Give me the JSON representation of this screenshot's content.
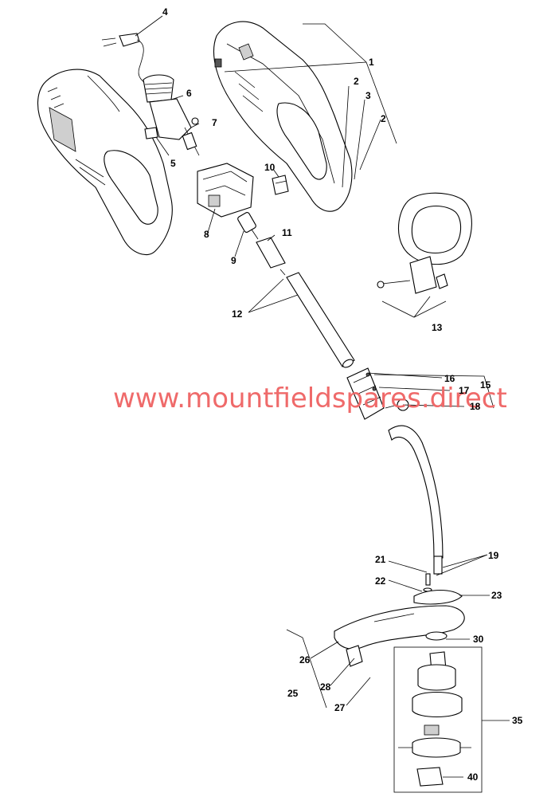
{
  "watermark": "www.mountfieldspares.direct",
  "callouts": [
    {
      "id": "c1",
      "text": "1"
    },
    {
      "id": "c2a",
      "text": "2"
    },
    {
      "id": "c2b",
      "text": "2"
    },
    {
      "id": "c3",
      "text": "3"
    },
    {
      "id": "c4",
      "text": "4"
    },
    {
      "id": "c5",
      "text": "5"
    },
    {
      "id": "c6",
      "text": "6"
    },
    {
      "id": "c7",
      "text": "7"
    },
    {
      "id": "c8",
      "text": "8"
    },
    {
      "id": "c9",
      "text": "9"
    },
    {
      "id": "c10",
      "text": "10"
    },
    {
      "id": "c11",
      "text": "11"
    },
    {
      "id": "c12",
      "text": "12"
    },
    {
      "id": "c13",
      "text": "13"
    },
    {
      "id": "c15",
      "text": "15"
    },
    {
      "id": "c16",
      "text": "16"
    },
    {
      "id": "c17",
      "text": "17"
    },
    {
      "id": "c18",
      "text": "18"
    },
    {
      "id": "c19",
      "text": "19"
    },
    {
      "id": "c21",
      "text": "21"
    },
    {
      "id": "c22",
      "text": "22"
    },
    {
      "id": "c23",
      "text": "23"
    },
    {
      "id": "c25",
      "text": "25"
    },
    {
      "id": "c26",
      "text": "26"
    },
    {
      "id": "c27",
      "text": "27"
    },
    {
      "id": "c28",
      "text": "28"
    },
    {
      "id": "c30",
      "text": "30"
    },
    {
      "id": "c35",
      "text": "35"
    },
    {
      "id": "c40",
      "text": "40"
    }
  ],
  "colors": {
    "watermark": "#ef6a6a",
    "line": "#000000",
    "fill": "#ffffff",
    "shade": "#cfcfcf"
  }
}
